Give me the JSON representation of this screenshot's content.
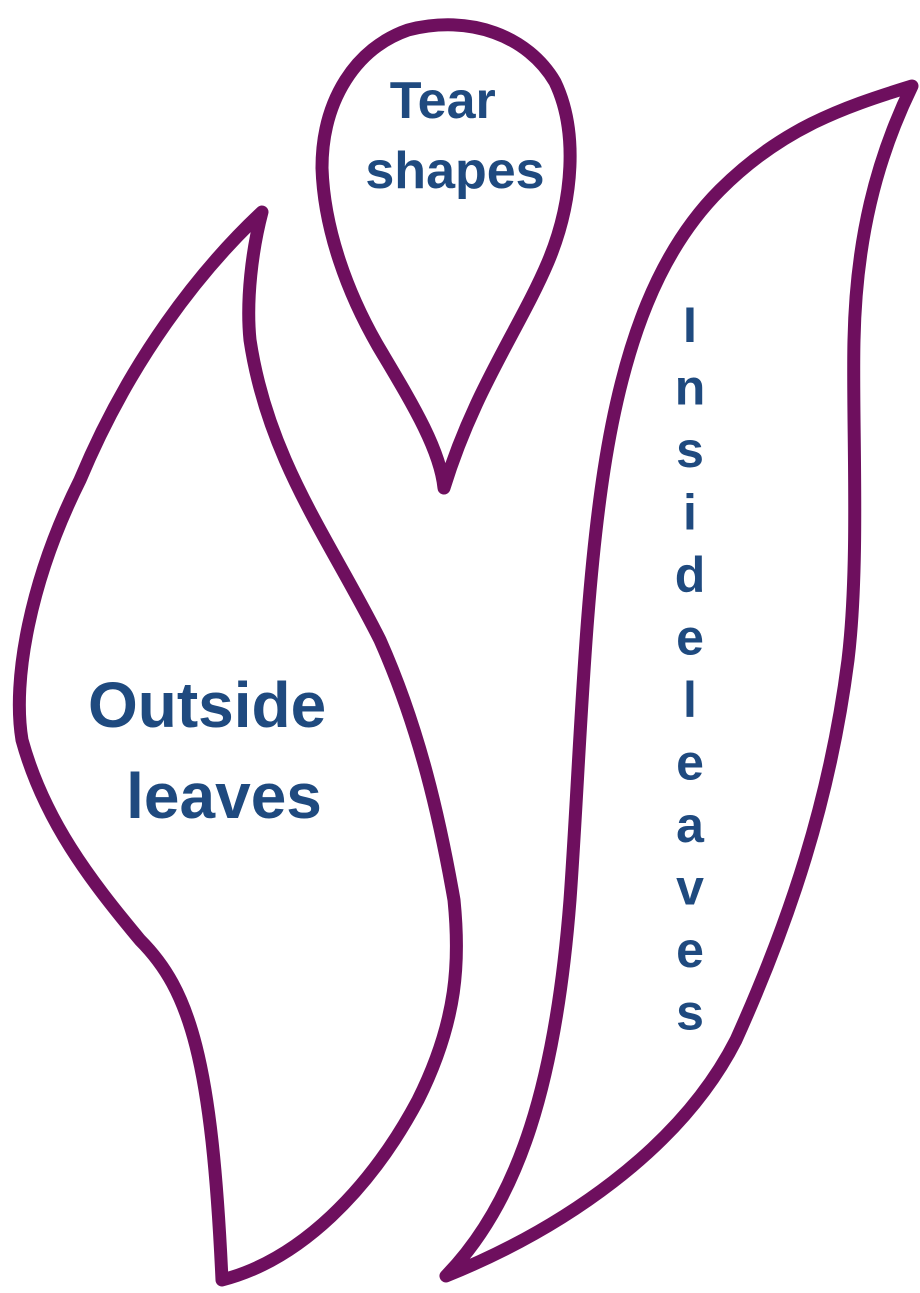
{
  "shapes": {
    "tear": {
      "label_lines": [
        "Tear",
        "shapes"
      ]
    },
    "outside_leaf": {
      "label_lines": [
        "Outside",
        "leaves"
      ]
    },
    "inside_leaf": {
      "label_letters": [
        "I",
        "n",
        "s",
        "i",
        "d",
        "e",
        "l",
        "e",
        "a",
        "v",
        "e",
        "s"
      ]
    }
  },
  "colors": {
    "outline": "#6e0f5e",
    "text": "#1f4a7f",
    "background": "#ffffff"
  }
}
